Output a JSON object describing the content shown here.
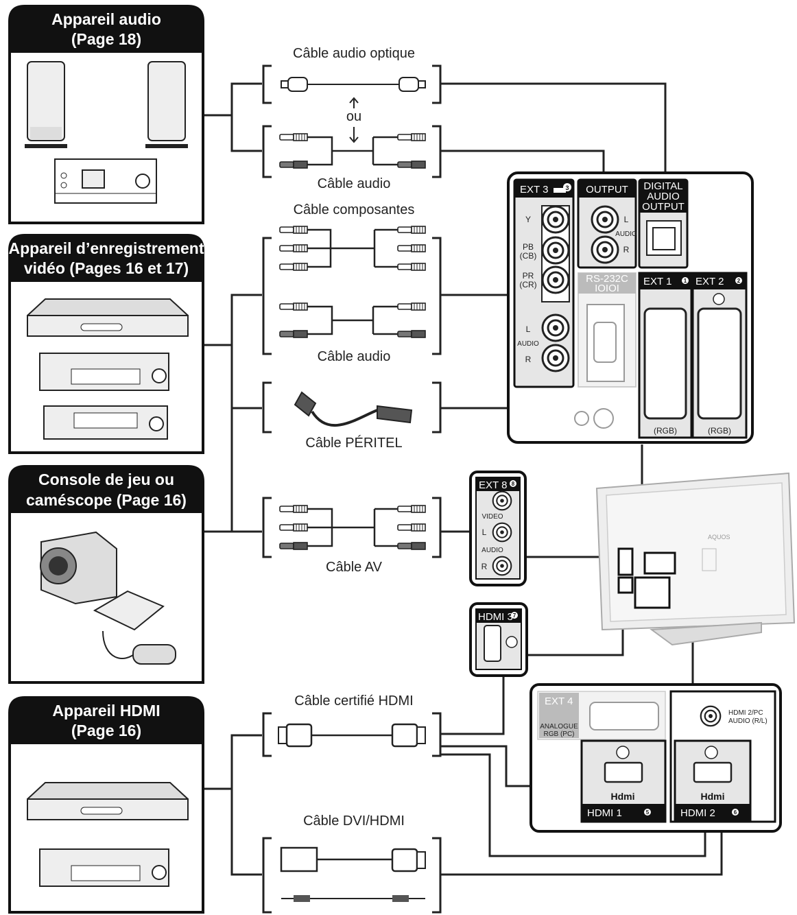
{
  "devices": {
    "audio": {
      "title1": "Appareil audio",
      "title2": "(Page 18)"
    },
    "video_rec": {
      "title1": "Appareil d’enregistrement",
      "title2": "vidéo (Pages 16 et 17)"
    },
    "console": {
      "title1": "Console de jeu ou",
      "title2": "caméscope (Page 16)"
    },
    "hdmi": {
      "title1": "Appareil HDMI",
      "title2": "(Page 16)"
    }
  },
  "cables": {
    "optical": "Câble audio optique",
    "or": "ou",
    "audio1": "Câble audio",
    "component": "Câble composantes",
    "audio2": "Câble audio",
    "scart": "Câble PÉRITEL",
    "av": "Câble AV",
    "hdmi_cert": "Câble certifié HDMI",
    "dvi_hdmi": "Câble DVI/HDMI"
  },
  "panel_top": {
    "ext3": "EXT 3",
    "ext3_num": "3",
    "y": "Y",
    "pb": "PB",
    "cb": "(CB)",
    "pr": "PR",
    "cr": "(CR)",
    "l": "L",
    "audio": "AUDIO",
    "r": "R",
    "output": "OUTPUT",
    "out_l": "L",
    "out_audio": "AUDIO",
    "out_r": "R",
    "digital1": "DIGITAL",
    "digital2": "AUDIO",
    "digital3": "OUTPUT",
    "rs232": "RS-232C",
    "rs232_sym": "IOIOI",
    "ext1": "EXT 1",
    "ext1_num": "1",
    "ext2": "EXT 2",
    "ext2_num": "2",
    "rgb1": "(RGB)",
    "rgb2": "(RGB)"
  },
  "panel_ext8": {
    "title": "EXT 8",
    "num": "8",
    "video": "VIDEO",
    "l": "L",
    "audio": "AUDIO",
    "r": "R"
  },
  "panel_hdmi3": {
    "title": "HDMI 3",
    "num": "7"
  },
  "tv": {
    "brand": "AQUOS"
  },
  "panel_bottom": {
    "ext4": "EXT 4",
    "ext4_num": "4",
    "analogue": "ANALOGUE",
    "rgbpc": "RGB (PC)",
    "hdmi2pc1": "HDMI 2/PC",
    "hdmi2pc2": "AUDIO (R/L)",
    "hdmi_logo": "Hdmi",
    "hdmi1": "HDMI 1",
    "hdmi1_num": "5",
    "hdmi2": "HDMI 2",
    "hdmi2_num": "6"
  }
}
